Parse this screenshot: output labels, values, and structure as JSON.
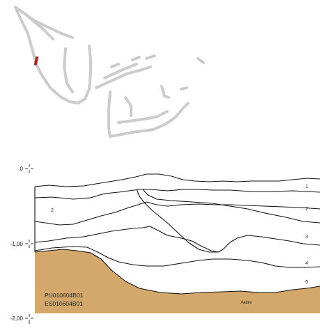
{
  "depth_axis": {
    "ticks": [
      {
        "label": "0"
      },
      {
        "label": "-1,00"
      },
      {
        "label": "-2,00"
      }
    ]
  },
  "layer_labels": [
    "1",
    "2",
    "3",
    "4",
    "5"
  ],
  "inner_label": "2",
  "sample_codes": [
    "PU010604B01",
    "ES010604B01"
  ],
  "substrate_label": "Xabre",
  "colors": {
    "map_line": "#cccccc",
    "marker": "#b22222",
    "substrate": "#d4a86a",
    "stratum_line": "#111111"
  }
}
